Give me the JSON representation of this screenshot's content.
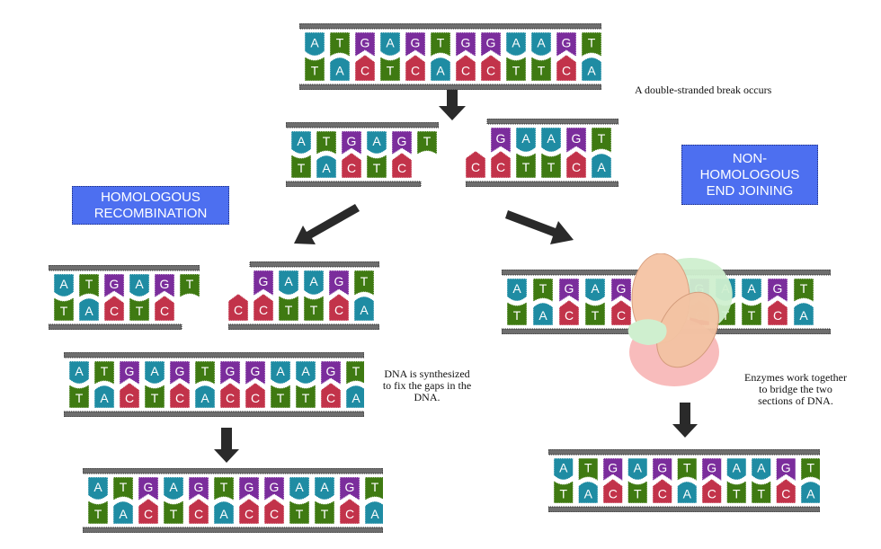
{
  "colors": {
    "A": "#1f8ca3",
    "T": "#3f7a12",
    "G": "#7b2d9c",
    "C": "#c2334a",
    "label_bg": "#4d6ff0",
    "rail": "#6e6e6e",
    "arrow": "#2a2a2a"
  },
  "captions": {
    "break": "A double-stranded break occurs",
    "synthesis": [
      "DNA is synthesized",
      "to fix the gaps in the",
      "DNA."
    ],
    "enzymes": [
      "Enzymes work together",
      "to bridge the two",
      "sections of DNA."
    ]
  },
  "labels": {
    "hr": [
      "HOMOLOGOUS",
      "RECOMBINATION"
    ],
    "nhej": [
      "NON-",
      "HOMOLOGOUS",
      "END JOINING"
    ]
  },
  "strands": {
    "original": {
      "top": [
        "A",
        "T",
        "G",
        "A",
        "G",
        "T",
        "G",
        "G",
        "A",
        "A",
        "G",
        "T"
      ],
      "bottom": [
        "T",
        "A",
        "C",
        "T",
        "C",
        "A",
        "C",
        "C",
        "T",
        "T",
        "C",
        "A"
      ]
    },
    "broken_left": {
      "top": [
        "A",
        "T",
        "G",
        "A",
        "G",
        "T"
      ],
      "bottom": [
        "T",
        "A",
        "C",
        "T",
        "C"
      ]
    },
    "broken_right": {
      "top": [
        "G",
        "A",
        "A",
        "G",
        "T"
      ],
      "bottom": [
        "C",
        "C",
        "T",
        "T",
        "C",
        "A"
      ]
    },
    "hr_left": {
      "top": [
        "A",
        "T",
        "G",
        "A",
        "G",
        "T"
      ],
      "bottom": [
        "T",
        "A",
        "C",
        "T",
        "C"
      ]
    },
    "hr_right": {
      "top": [
        "G",
        "A",
        "A",
        "G",
        "T"
      ],
      "bottom": [
        "C",
        "C",
        "T",
        "T",
        "C",
        "A"
      ]
    },
    "hr_synth": {
      "top": [
        "A",
        "T",
        "G",
        "A",
        "G",
        "T",
        "G",
        "G",
        "A",
        "A",
        "G",
        "T"
      ],
      "bottom": [
        "T",
        "A",
        "C",
        "T",
        "C",
        "A",
        "C",
        "C",
        "T",
        "T",
        "C",
        "A"
      ]
    },
    "hr_final": {
      "top": [
        "A",
        "T",
        "G",
        "A",
        "G",
        "T",
        "G",
        "G",
        "A",
        "A",
        "G",
        "T"
      ],
      "bottom": [
        "T",
        "A",
        "C",
        "T",
        "C",
        "A",
        "C",
        "C",
        "T",
        "T",
        "C",
        "A"
      ]
    },
    "nhej_mid": {
      "top": [
        "A",
        "T",
        "G",
        "A",
        "G",
        "T",
        "G",
        "G",
        "A",
        "A",
        "G",
        "T"
      ],
      "bottom": [
        "T",
        "A",
        "C",
        "T",
        "C",
        "A",
        "C",
        "C",
        "T",
        "T",
        "C",
        "A"
      ]
    },
    "nhej_final": {
      "top": [
        "A",
        "T",
        "G",
        "A",
        "G",
        "T",
        "G",
        "A",
        "A",
        "G",
        "T"
      ],
      "bottom": [
        "T",
        "A",
        "C",
        "T",
        "C",
        "A",
        "C",
        "T",
        "T",
        "C",
        "A"
      ]
    }
  }
}
